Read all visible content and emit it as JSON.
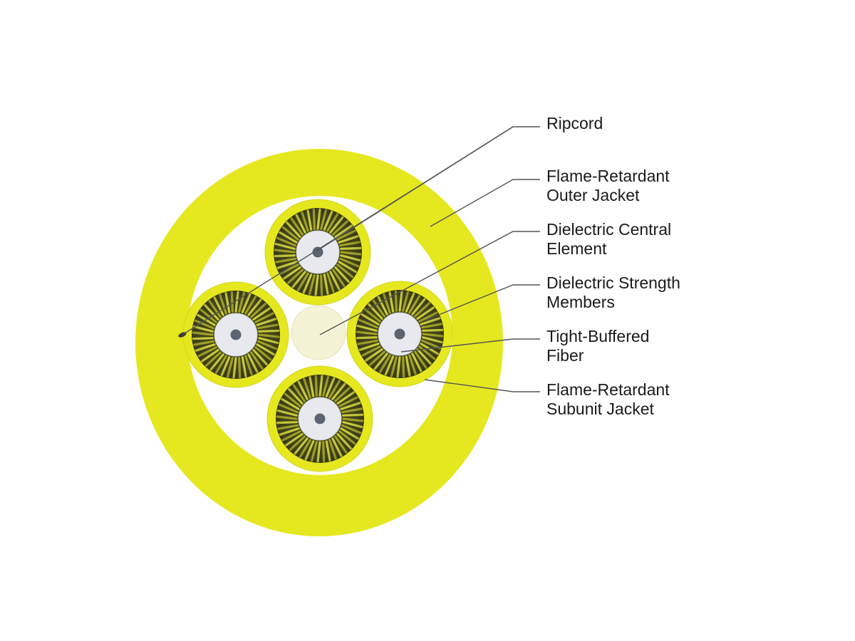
{
  "colors": {
    "jacket_yellow": "#e6e81f",
    "strength_dark": "#3e3f14",
    "fiber_white": "#e8e9ee",
    "fiber_core": "#5b6470",
    "central_element": "#f4f3d6",
    "leader_line": "#555555"
  },
  "labels": {
    "ripcord": [
      "Ripcord"
    ],
    "outer_jacket": [
      "Flame-Retardant",
      "Outer Jacket"
    ],
    "central_element": [
      "Dielectric Central",
      "Element"
    ],
    "strength_members": [
      "Dielectric Strength",
      "Members"
    ],
    "tight_buffered": [
      "Tight-Buffered",
      "Fiber"
    ],
    "subunit_jacket": [
      "Flame-Retardant",
      "Subunit Jacket"
    ]
  }
}
